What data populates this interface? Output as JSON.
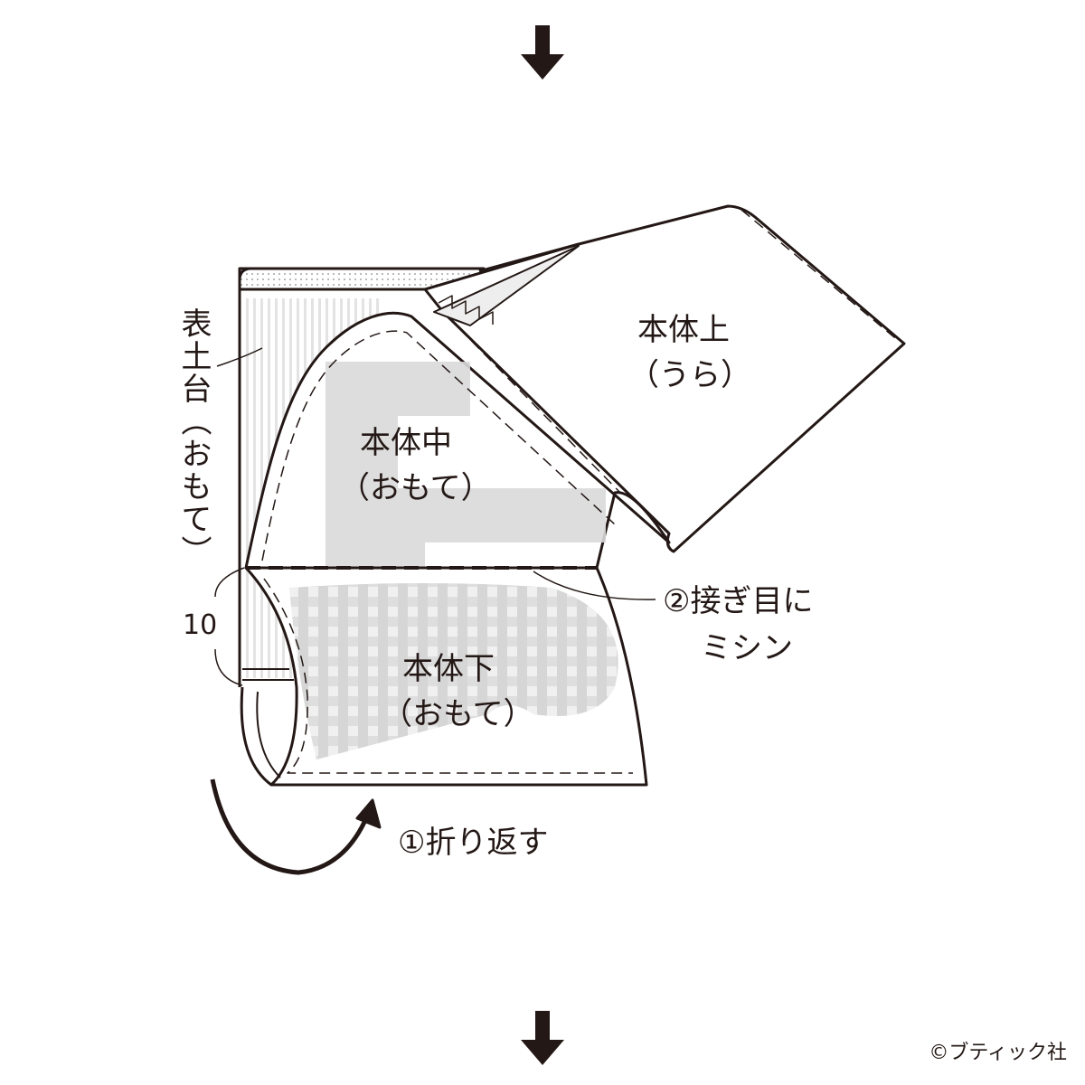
{
  "labels": {
    "omote_dai": "表土台（おもて）",
    "upper_title": "本体上",
    "upper_sub": "（うら）",
    "middle_title": "本体中",
    "middle_sub": "（おもて）",
    "lower_title": "本体下",
    "lower_sub": "（おもて）",
    "step2_line1": "②接ぎ目に",
    "step2_line2": "ミシン",
    "step1": "①折り返す",
    "dimension": "10",
    "copyright": "©ブティック社"
  },
  "colors": {
    "line": "#231815",
    "pattern": "#d9d9d9"
  }
}
